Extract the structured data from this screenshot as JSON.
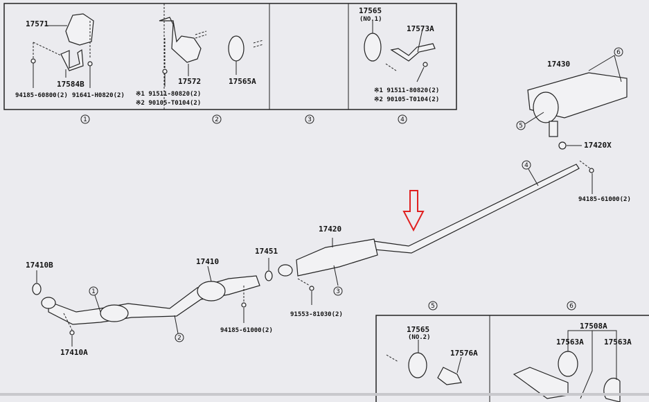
{
  "panels": {
    "p1": {
      "callout": "1",
      "labels": [
        "17571",
        "17584B",
        "94185-60800(2)",
        "91641-H0820(2)"
      ]
    },
    "p2": {
      "callout": "2",
      "labels": [
        "17572",
        "※1 91511-80820(2)",
        "※2 90105-T0104(2)"
      ]
    },
    "p3": {
      "callout": "3",
      "labels": [
        "17565A"
      ]
    },
    "p4": {
      "callout": "4",
      "labels": [
        "17565",
        "(NO.1)",
        "17573A",
        "※1 91511-80820(2)",
        "※2 90105-T0104(2)"
      ]
    },
    "p5": {
      "callout": "5",
      "labels": [
        "17565",
        "(NO.2)",
        "17576A"
      ]
    },
    "p6": {
      "callout": "6",
      "labels": [
        "17508A",
        "17563A",
        "17563A"
      ]
    }
  },
  "main": {
    "labels": [
      "17430",
      "17420X",
      "94185-61000(2)",
      "17420",
      "17451",
      "91553-81030(2)",
      "17410",
      "94185-61000(2)",
      "17410B",
      "17410A"
    ],
    "callouts": [
      "1",
      "2",
      "3",
      "4",
      "5",
      "6"
    ]
  },
  "colors": {
    "background": "#ebebef",
    "line": "#222222",
    "arrow": "#e02020"
  }
}
